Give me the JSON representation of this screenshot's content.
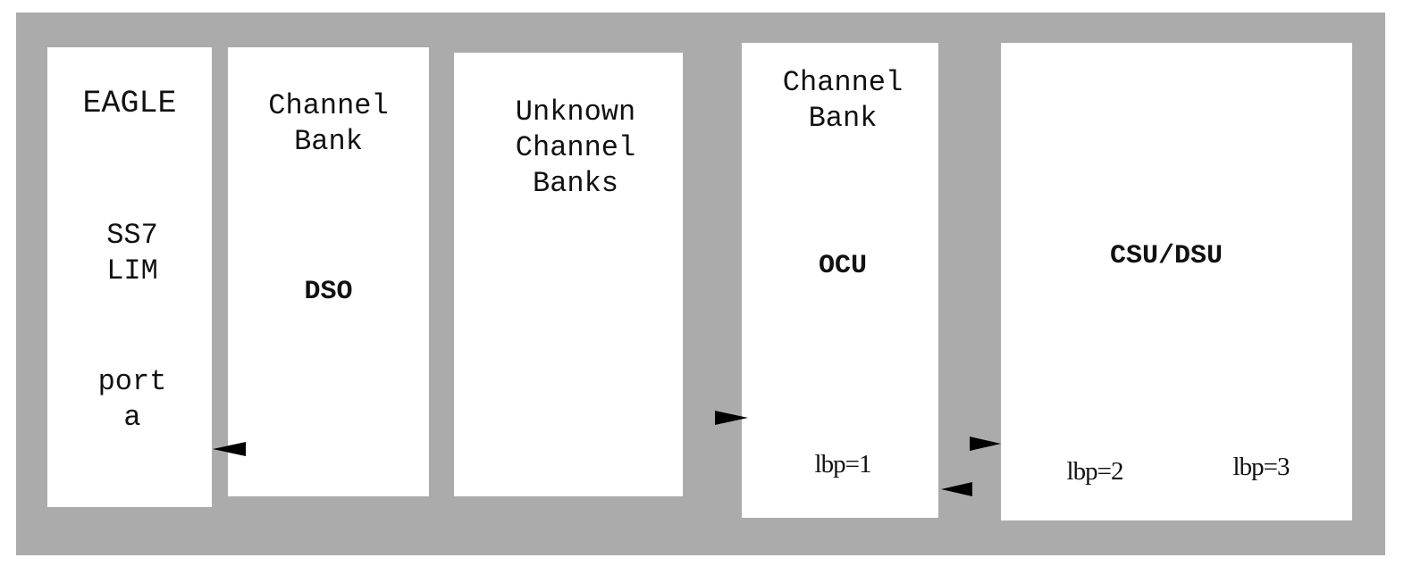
{
  "colors": {
    "background": "#ababab",
    "panel": "#ffffff",
    "text": "#111111"
  },
  "eagle": {
    "title": "EAGLE",
    "lim": "SS7\nLIM",
    "port": "port\na"
  },
  "channel_bank_1": {
    "title": "Channel\nBank",
    "interface": "DSO"
  },
  "unknown": {
    "title": "Unknown\nChannel\nBanks"
  },
  "channel_bank_2": {
    "title": "Channel\nBank",
    "interface": "OCU",
    "lbp": "lbp=1"
  },
  "csu_dsu": {
    "title": "CSU/DSU",
    "lbp2": "lbp=2",
    "lbp3": "lbp=3"
  }
}
